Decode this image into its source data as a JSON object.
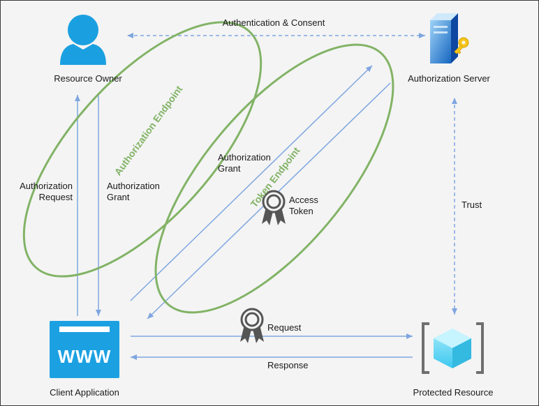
{
  "nodes": {
    "resource_owner": "Resource Owner",
    "authorization_server": "Authorization Server",
    "client_application": "Client Application",
    "protected_resource": "Protected Resource"
  },
  "edges": {
    "authentication_consent": "Authentication & Consent",
    "authorization_request": "Authorization\nRequest",
    "authorization_grant_left": "Authorization\nGrant",
    "authorization_grant_diag": "Authorization\nGrant",
    "access_token": "Access\nToken",
    "trust": "Trust",
    "request": "Request",
    "response": "Response"
  },
  "endpoints": {
    "authorization_endpoint": "Authorization Endpoint",
    "token_endpoint": "Token Endpoint"
  },
  "client_app_icon_text": "WWW",
  "colors": {
    "arrow": "#7ea6e0",
    "ellipse": "#82b366",
    "user_icon": "#1aa0e0",
    "browser_icon": "#1ba1e2",
    "ribbon": "#555555"
  },
  "icons": {
    "resource_owner": "user-icon",
    "authorization_server": "server-key-icon",
    "client_application": "browser-www-icon",
    "protected_resource": "cube-resource-icon",
    "access_token": "ribbon-badge-icon",
    "request": "ribbon-badge-icon"
  }
}
